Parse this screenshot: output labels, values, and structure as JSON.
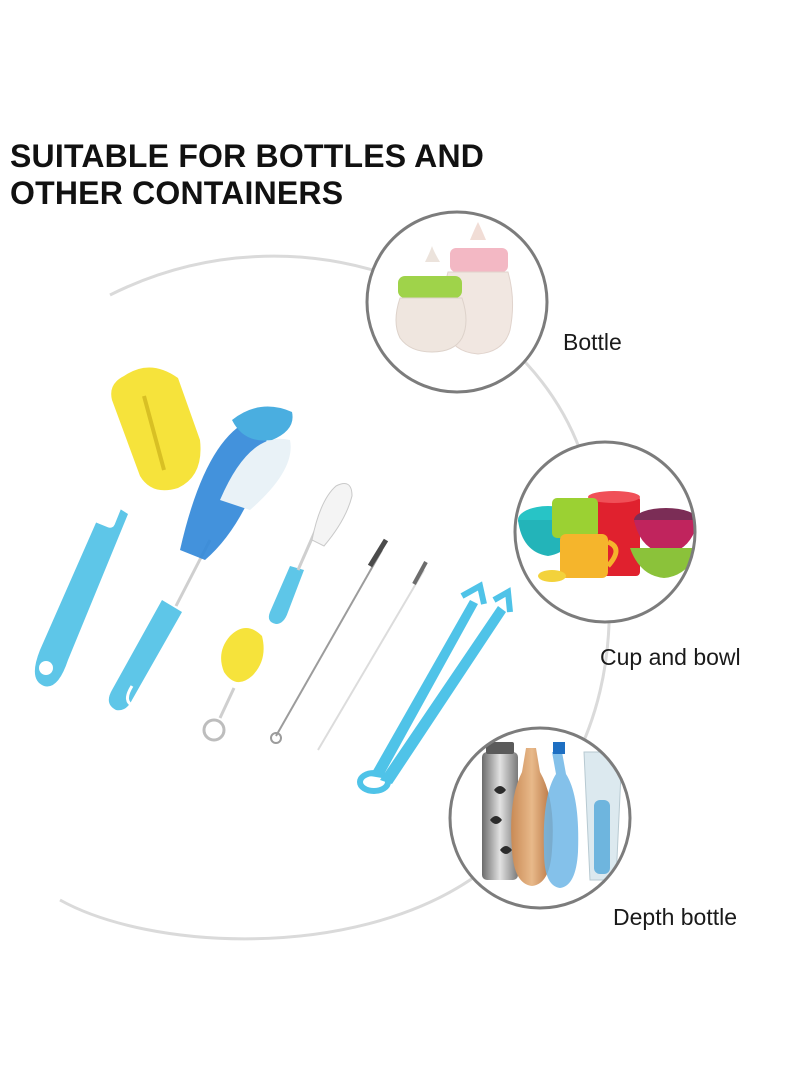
{
  "headline": {
    "line1": "SUITABLE FOR BOTTLES AND",
    "line2": "OTHER CONTAINERS"
  },
  "features": [
    {
      "label": "Bottle",
      "icon": "baby-bottles-photo"
    },
    {
      "label": "Cup and bowl",
      "icon": "cups-bowls-photo"
    },
    {
      "label": "Depth bottle",
      "icon": "depth-bottles-photo"
    }
  ],
  "colors": {
    "arc": "#d6d6d6",
    "circle_border": "#7a7a7a",
    "brush_blue": "#4fc3e8",
    "sponge_yellow": "#f7e43a",
    "bristle_blue": "#2f86d8"
  }
}
